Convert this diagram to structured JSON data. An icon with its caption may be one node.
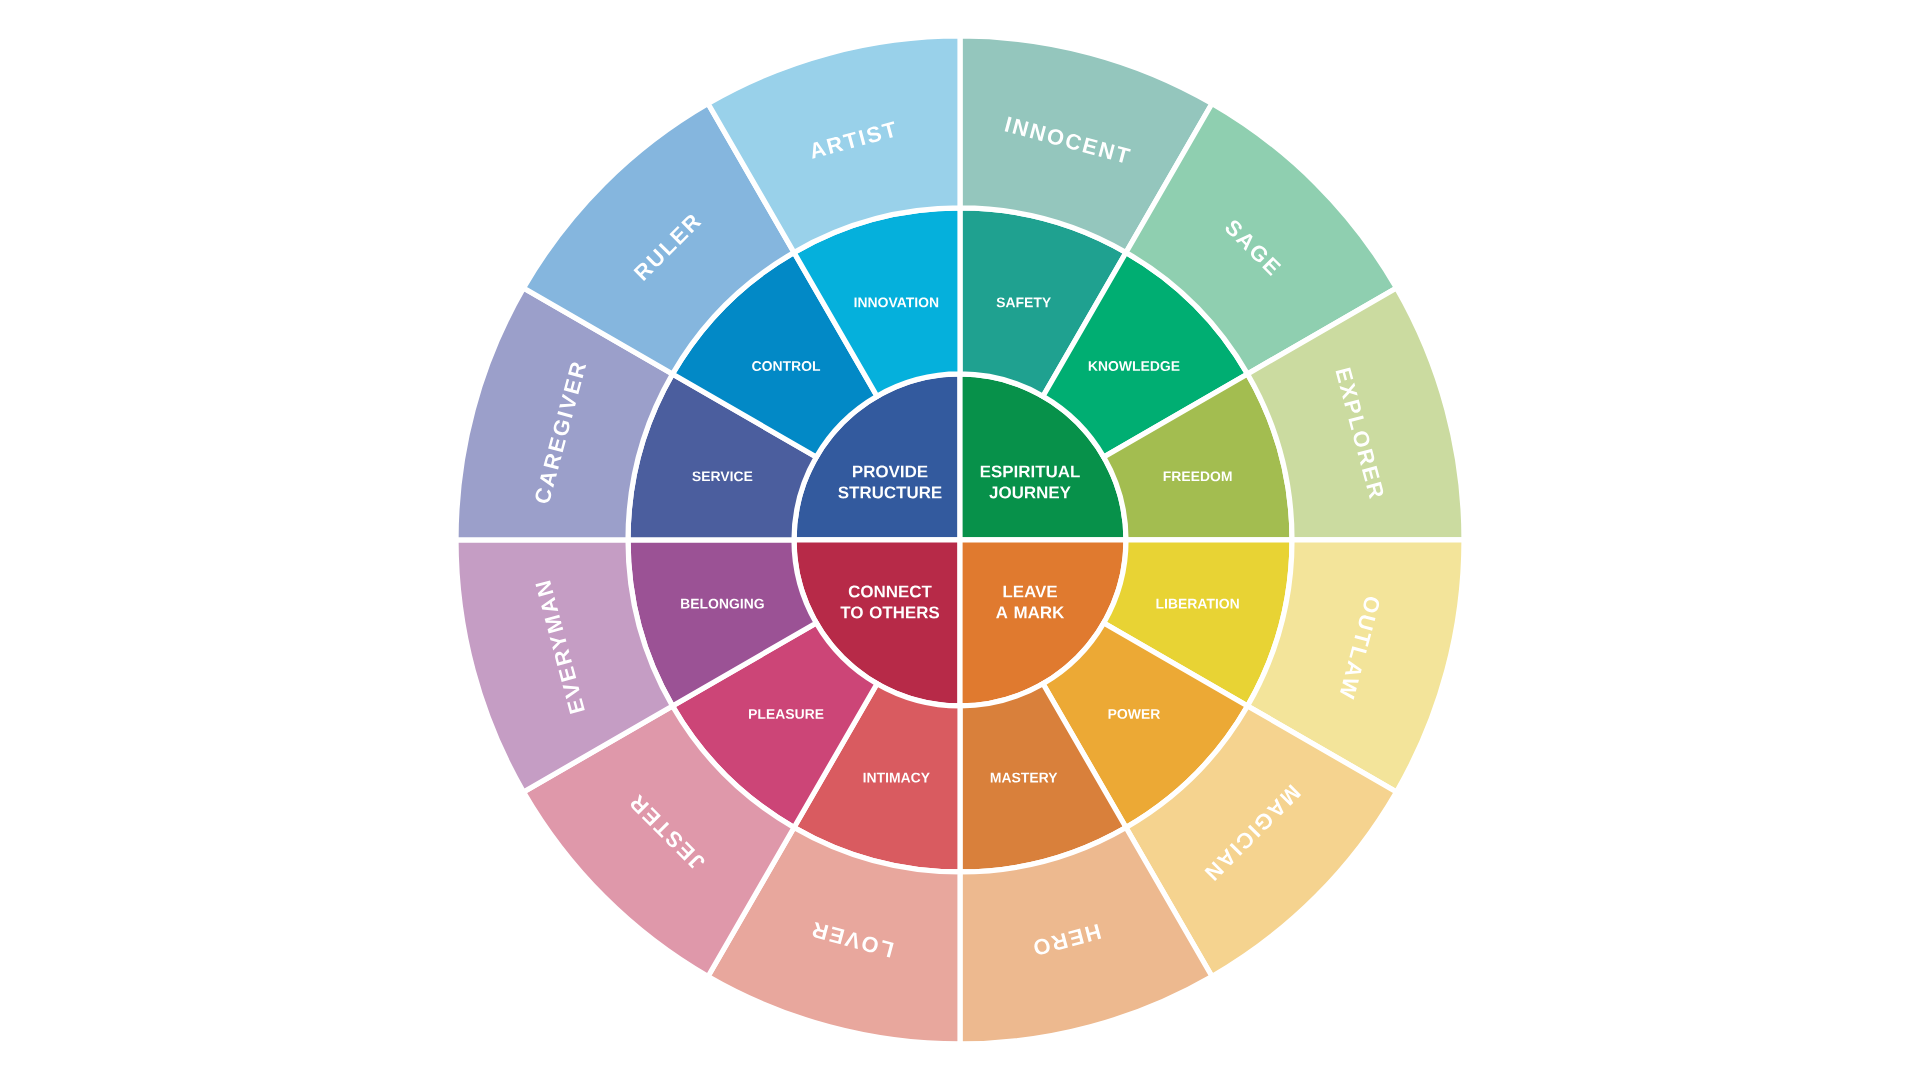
{
  "diagram": {
    "nodes": [
      {
        "text": [
          "PROVIDE STRUCTURE"
        ]
      },
      {
        "text": [
          "ESPIRITUAL JOURNEY"
        ]
      },
      {
        "text": [
          "CONNECT TO OTHERS"
        ]
      },
      {
        "text": [
          "LEAVE A MARK"
        ]
      },
      {
        "text": [
          "SAFETY"
        ]
      },
      {
        "text": [
          "KNOWLEDGE"
        ]
      },
      {
        "text": [
          "FREEDOM"
        ]
      },
      {
        "text": [
          "LIBERATION"
        ]
      },
      {
        "text": [
          "POWER"
        ]
      },
      {
        "text": [
          "MASTERY"
        ]
      },
      {
        "text": [
          "INTIMACY"
        ]
      },
      {
        "text": [
          "PLEASURE"
        ]
      },
      {
        "text": [
          "BELONGING"
        ]
      },
      {
        "text": [
          "SERVICE"
        ]
      },
      {
        "text": [
          "CONTROL"
        ]
      },
      {
        "text": [
          "INNOVATION"
        ]
      },
      {
        "text": [
          "INNOCENT"
        ]
      },
      {
        "text": [
          "SAGE"
        ]
      },
      {
        "text": [
          "EXPLORER"
        ]
      },
      {
        "text": [
          "OUTLAW"
        ]
      },
      {
        "text": [
          "MAGICIAN"
        ]
      },
      {
        "text": [
          "HERO"
        ]
      },
      {
        "text": [
          "LOVER"
        ]
      },
      {
        "text": [
          "JESTER"
        ]
      },
      {
        "text": [
          "EVERYMAN"
        ]
      },
      {
        "text": [
          "CAREGIVER"
        ]
      },
      {
        "text": [
          "RULER"
        ]
      },
      {
        "text": [
          "ARTIST"
        ]
      }
    ],
    "edges": []
  }
}
